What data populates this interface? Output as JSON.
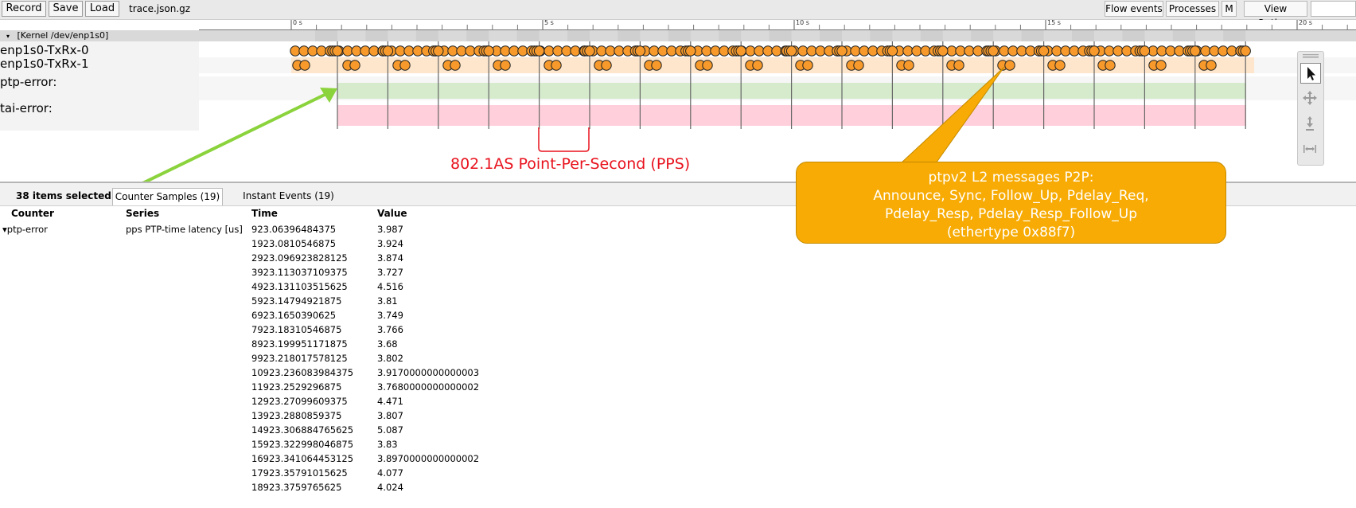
{
  "toolbar": {
    "record_label": "Record",
    "save_label": "Save",
    "load_label": "Load",
    "filename": "trace.json.gz",
    "flow_events_label": "Flow events",
    "processes_label": "Processes",
    "m_label": "M",
    "view_options_label": "View Options",
    "search_value": ""
  },
  "ruler": {
    "ticks": [
      "0 s",
      "5 s",
      "10 s",
      "15 s",
      "20 s"
    ]
  },
  "process": {
    "expand_glyph": "▾",
    "title": "[Kernel /dev/enp1s0]"
  },
  "tracks": [
    {
      "label": "enp1s0-TxRx-0"
    },
    {
      "label": "enp1s0-TxRx-1"
    },
    {
      "label": "ptp-error:"
    },
    {
      "label": "tai-error:"
    }
  ],
  "colors": {
    "event_fill": "#f79a2b",
    "event_stroke": "#222222",
    "txrx1_bg": "#fde6cc",
    "ptp_bar": "#d5ebcc",
    "tai_bar": "#ffd0db",
    "annotation_red": "#e8121d",
    "callout_fill": "#f7ab04",
    "arrow_green": "#8bd33c"
  },
  "tools": [
    {
      "name": "select-tool-icon"
    },
    {
      "name": "pan-tool-icon"
    },
    {
      "name": "zoom-tool-icon"
    },
    {
      "name": "timing-tool-icon"
    }
  ],
  "panel": {
    "selection_count": "38 items selected.",
    "tab_counter_samples": "Counter Samples (19)",
    "tab_instant_events": "Instant Events (19)",
    "columns": {
      "counter": "Counter",
      "series": "Series",
      "time": "Time",
      "value": "Value"
    },
    "counter_name": "ptp-error",
    "counter_glyph": "▾",
    "series_name": "pps PTP-time latency [us]",
    "rows": [
      {
        "time": "923.06396484375",
        "value": "3.987"
      },
      {
        "time": "1923.0810546875",
        "value": "3.924"
      },
      {
        "time": "2923.096923828125",
        "value": "3.874"
      },
      {
        "time": "3923.113037109375",
        "value": "3.727"
      },
      {
        "time": "4923.131103515625",
        "value": "4.516"
      },
      {
        "time": "5923.14794921875",
        "value": "3.81"
      },
      {
        "time": "6923.1650390625",
        "value": "3.749"
      },
      {
        "time": "7923.18310546875",
        "value": "3.766"
      },
      {
        "time": "8923.199951171875",
        "value": "3.68"
      },
      {
        "time": "9923.218017578125",
        "value": "3.802"
      },
      {
        "time": "10923.236083984375",
        "value": "3.9170000000000003"
      },
      {
        "time": "11923.2529296875",
        "value": "3.7680000000000002"
      },
      {
        "time": "12923.27099609375",
        "value": "4.471"
      },
      {
        "time": "13923.2880859375",
        "value": "3.807"
      },
      {
        "time": "14923.306884765625",
        "value": "5.087"
      },
      {
        "time": "15923.322998046875",
        "value": "3.83"
      },
      {
        "time": "16923.341064453125",
        "value": "3.8970000000000002"
      },
      {
        "time": "17923.35791015625",
        "value": "4.077"
      },
      {
        "time": "18923.3759765625",
        "value": "4.024"
      }
    ]
  },
  "annotations": {
    "pps_label": "802.1AS Point-Per-Second (PPS)",
    "callout_lines": [
      "ptpv2 L2 messages P2P:",
      "Announce, Sync, Follow_Up, Pdelay_Req,",
      "Pdelay_Resp, Pdelay_Resp_Follow_Up",
      "(ethertype 0x88f7)"
    ]
  }
}
